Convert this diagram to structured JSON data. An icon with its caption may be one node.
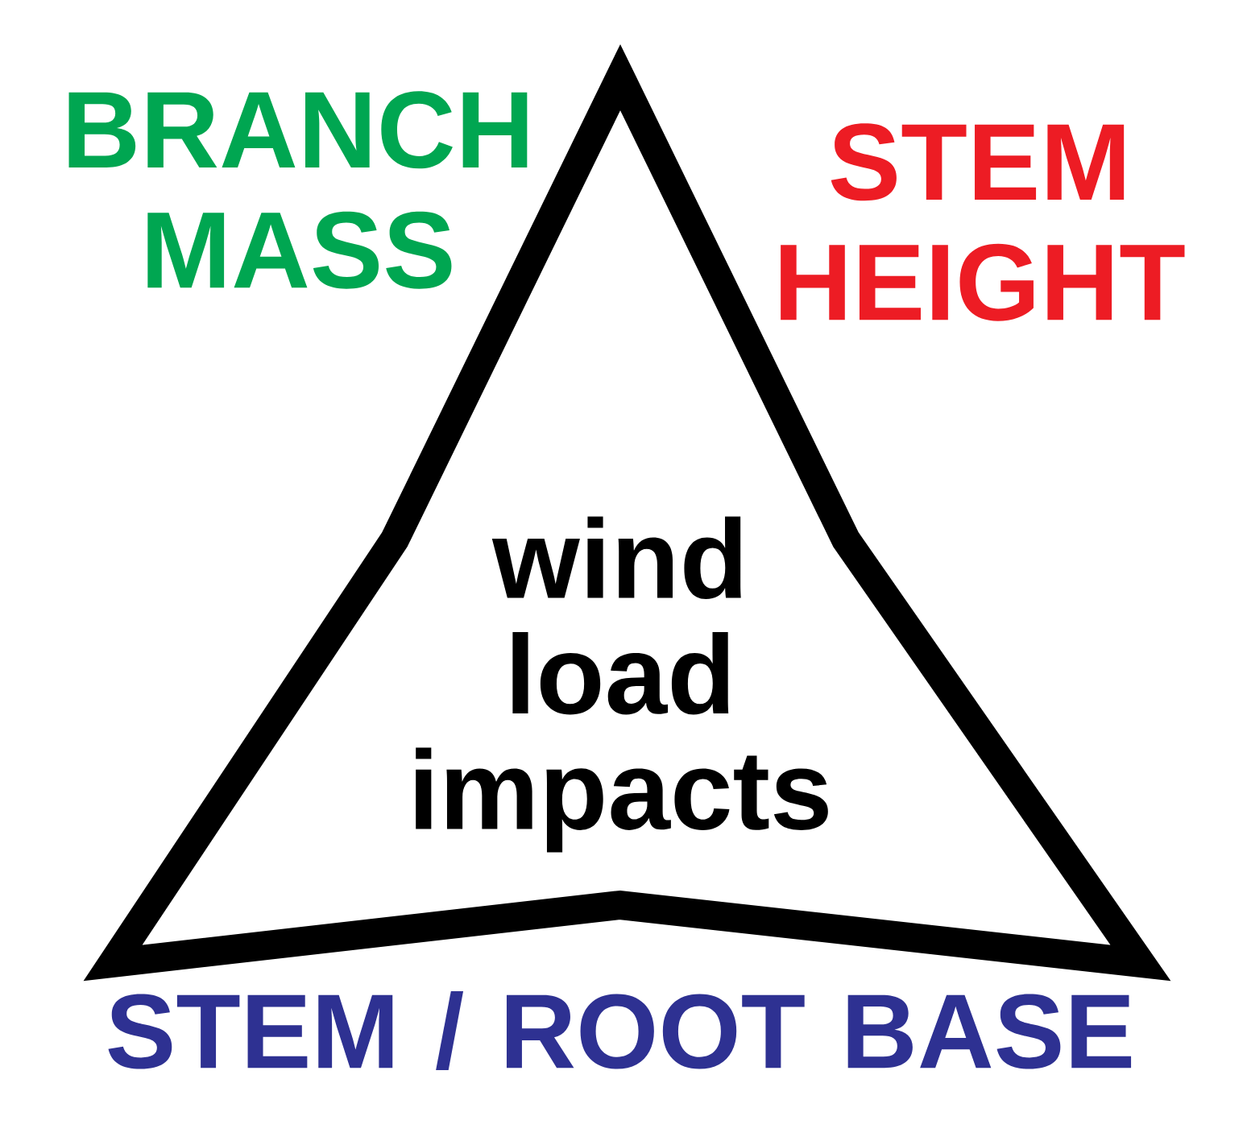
{
  "diagram": {
    "nodes": [
      {
        "text": [
          "wind load impacts"
        ]
      }
    ],
    "edges": [],
    "labels": [
      "BRANCH MASS",
      "STEM HEIGHT",
      "STEM / ROOT BASE"
    ]
  }
}
